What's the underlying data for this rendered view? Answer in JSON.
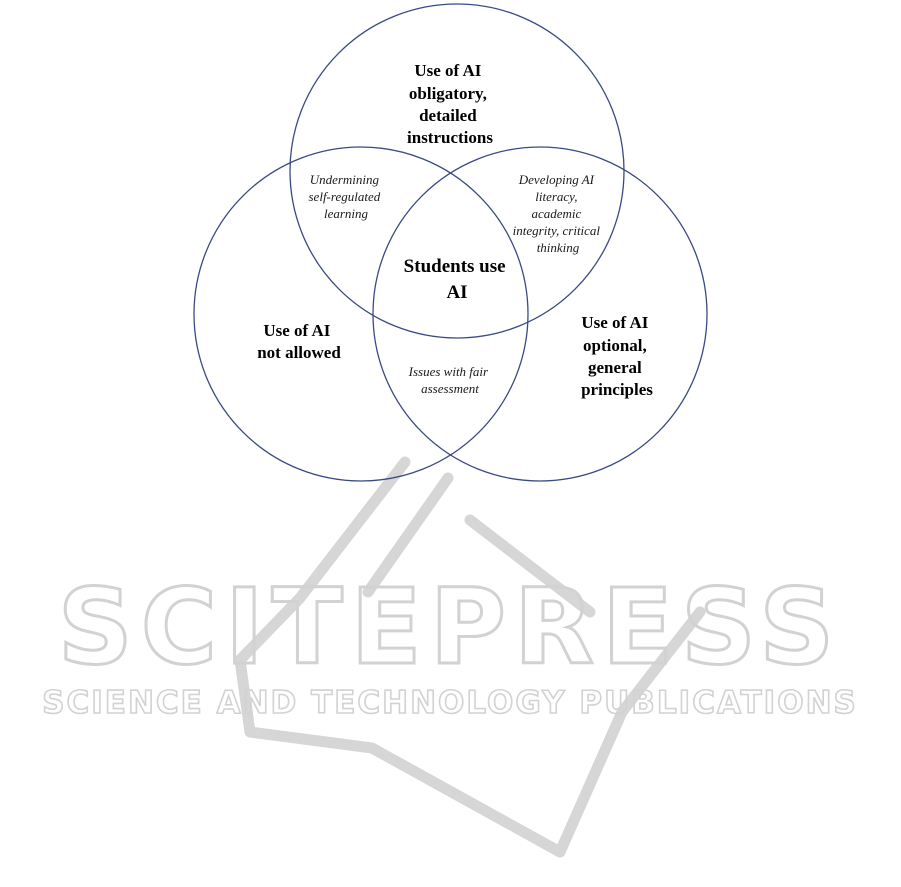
{
  "colors": {
    "circle_stroke": "#3a4a82",
    "watermark": "#d2d2d2",
    "text": "#000000"
  },
  "diagram": {
    "top_circle": {
      "lines": [
        "Use of AI",
        "obligatory,",
        "detailed",
        "instructions"
      ]
    },
    "left_circle": {
      "lines": [
        "Use of AI",
        "not allowed"
      ]
    },
    "right_circle": {
      "lines": [
        "Use of AI",
        "optional,",
        "general",
        "principles"
      ]
    },
    "overlap_top_left": {
      "lines": [
        "Undermining",
        "self-regulated",
        "learning"
      ]
    },
    "overlap_top_right": {
      "lines": [
        "Developing AI",
        "literacy,",
        "academic",
        "integrity, critical",
        "thinking"
      ]
    },
    "overlap_left_right": {
      "lines": [
        "Issues with fair",
        "assessment"
      ]
    },
    "center": {
      "lines": [
        "Students use",
        "AI"
      ]
    }
  },
  "watermark": {
    "title": "SCITEPRESS",
    "subtitle": "SCIENCE AND TECHNOLOGY PUBLICATIONS",
    "logo_icon": "scitepress-logo-icon"
  }
}
